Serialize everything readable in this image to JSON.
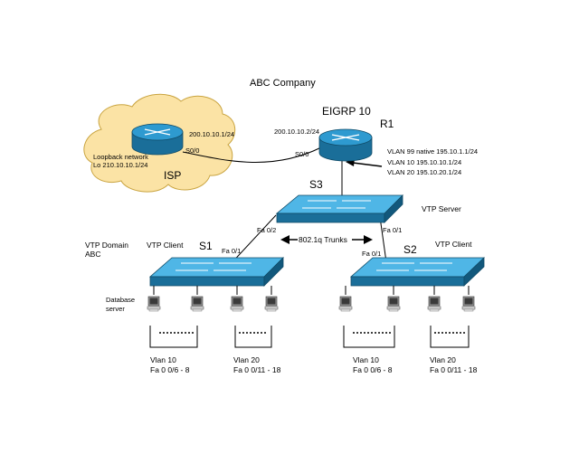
{
  "title": "ABC Company",
  "routing_protocol": "EIGRP 10",
  "colors": {
    "device_blue": "#2e9ad0",
    "device_dark": "#1a6e99",
    "cloud": "#fbe3a5",
    "cloud_edge": "#c9a440",
    "line": "#000000"
  },
  "isp": {
    "name": "ISP",
    "loopback_line1": "Loopback network",
    "loopback_line2": "Lo 210.10.10.1/24",
    "interface": "S0/0",
    "ip": "200.10.10.1/24"
  },
  "r1": {
    "name": "R1",
    "ip": "200.10.10.2/24",
    "interface": "S0/0",
    "subinterfaces": [
      "VLAN 99 native 195.10.1.1/24",
      "VLAN 10 195.10.10.1/24",
      "VLAN 20 195.10.20.1/24"
    ]
  },
  "s3": {
    "name": "S3",
    "role": "VTP Server",
    "port_left": "Fa 0/2",
    "port_right": "Fa 0/1"
  },
  "trunks": "802.1q Trunks",
  "vtp_domain_line1": "VTP Domain",
  "vtp_domain_line2": "ABC",
  "s1": {
    "name": "S1",
    "role": "VTP Client",
    "port": "Fa 0/1",
    "db_line1": "Database",
    "db_line2": "server",
    "vlan_a": "Vlan 10",
    "ports_a": "Fa 0 0/6 - 8",
    "vlan_b": "Vlan 20",
    "ports_b": "Fa 0 0/11 - 18"
  },
  "s2": {
    "name": "S2",
    "role": "VTP Client",
    "port": "Fa 0/1",
    "vlan_a": "Vlan 10",
    "ports_a": "Fa 0 0/6 - 8",
    "vlan_b": "Vlan 20",
    "ports_b": "Fa 0 0/11 - 18"
  }
}
